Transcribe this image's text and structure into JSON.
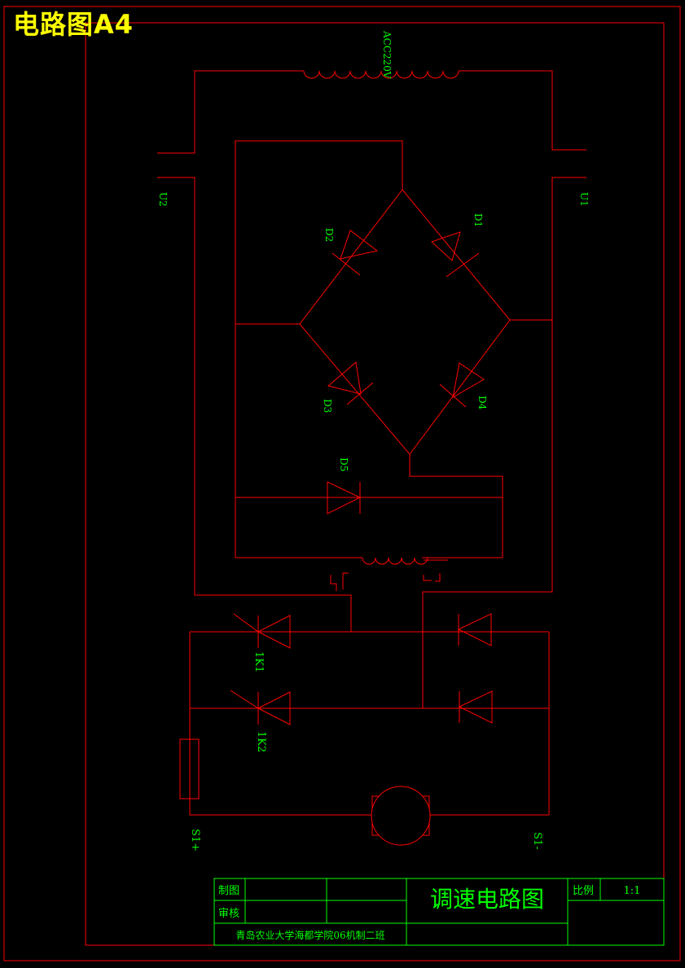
{
  "page_title": "电路图A4",
  "colors": {
    "background": "#000000",
    "wire": "#ff0000",
    "label": "#00ff00",
    "title": "#ffff00"
  },
  "labels": {
    "transformer": "ACC220V",
    "u1": "U1",
    "u2": "U2",
    "d1": "D1",
    "d2": "D2",
    "d3": "D3",
    "d4": "D4",
    "d5": "D5",
    "k1": "1K1",
    "k2": "1K2",
    "s_plus": "S1+",
    "s_minus": "S1-"
  },
  "title_block": {
    "drawn_label": "制图",
    "checked_label": "审核",
    "drawing_name": "调速电路图",
    "scale_label": "比例",
    "scale_value": "1:1",
    "school": "青岛农业大学海都学院06机制二班"
  }
}
